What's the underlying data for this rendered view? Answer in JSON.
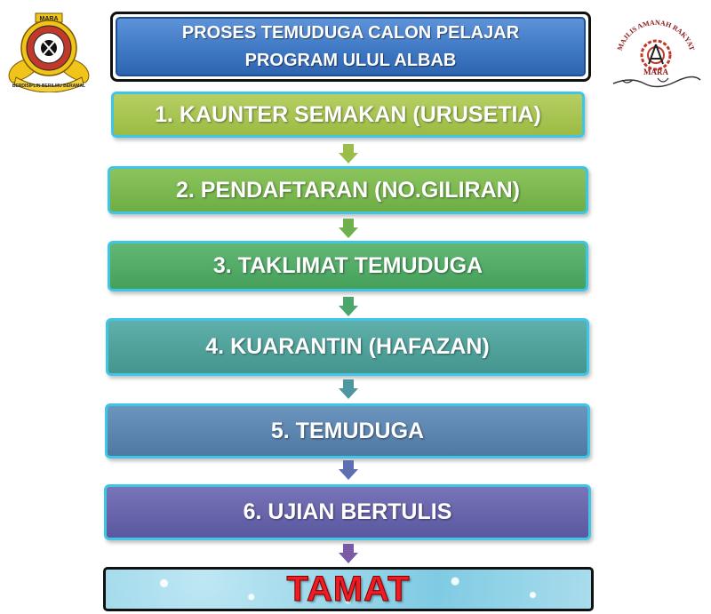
{
  "title": {
    "line1": "PROSES TEMUDUGA CALON PELAJAR",
    "line2": "PROGRAM ULUL ALBAB"
  },
  "steps": [
    {
      "label": "1. KAUNTER SEMAKAN (URUSETIA)",
      "color": "#a4c24c"
    },
    {
      "label": "2. PENDAFTARAN (NO.GILIRAN)",
      "color": "#7cb84e"
    },
    {
      "label": "3. TAKLIMAT TEMUDUGA",
      "color": "#4fab62"
    },
    {
      "label": "4. KUARANTIN (HAFAZAN)",
      "color": "#4e9e9a"
    },
    {
      "label": "5. TEMUDUGA",
      "color": "#5b83ad"
    },
    {
      "label": "6. UJIAN BERTULIS",
      "color": "#6864a8"
    }
  ],
  "end": {
    "label": "TAMAT",
    "color": "#ee1c24"
  },
  "arrow_colors": [
    "#9bbd4a",
    "#6fb14f",
    "#4aa66a",
    "#4d97a0",
    "#5e6fb0",
    "#7a5aa6"
  ],
  "logo_left": {
    "top_text": "MARA",
    "motto": "BERDISIPLIN BERILMU BERAMAL"
  },
  "logo_right": {
    "arc_text": "MAJLIS AMANAH RAKYAT",
    "name": "MARA"
  }
}
